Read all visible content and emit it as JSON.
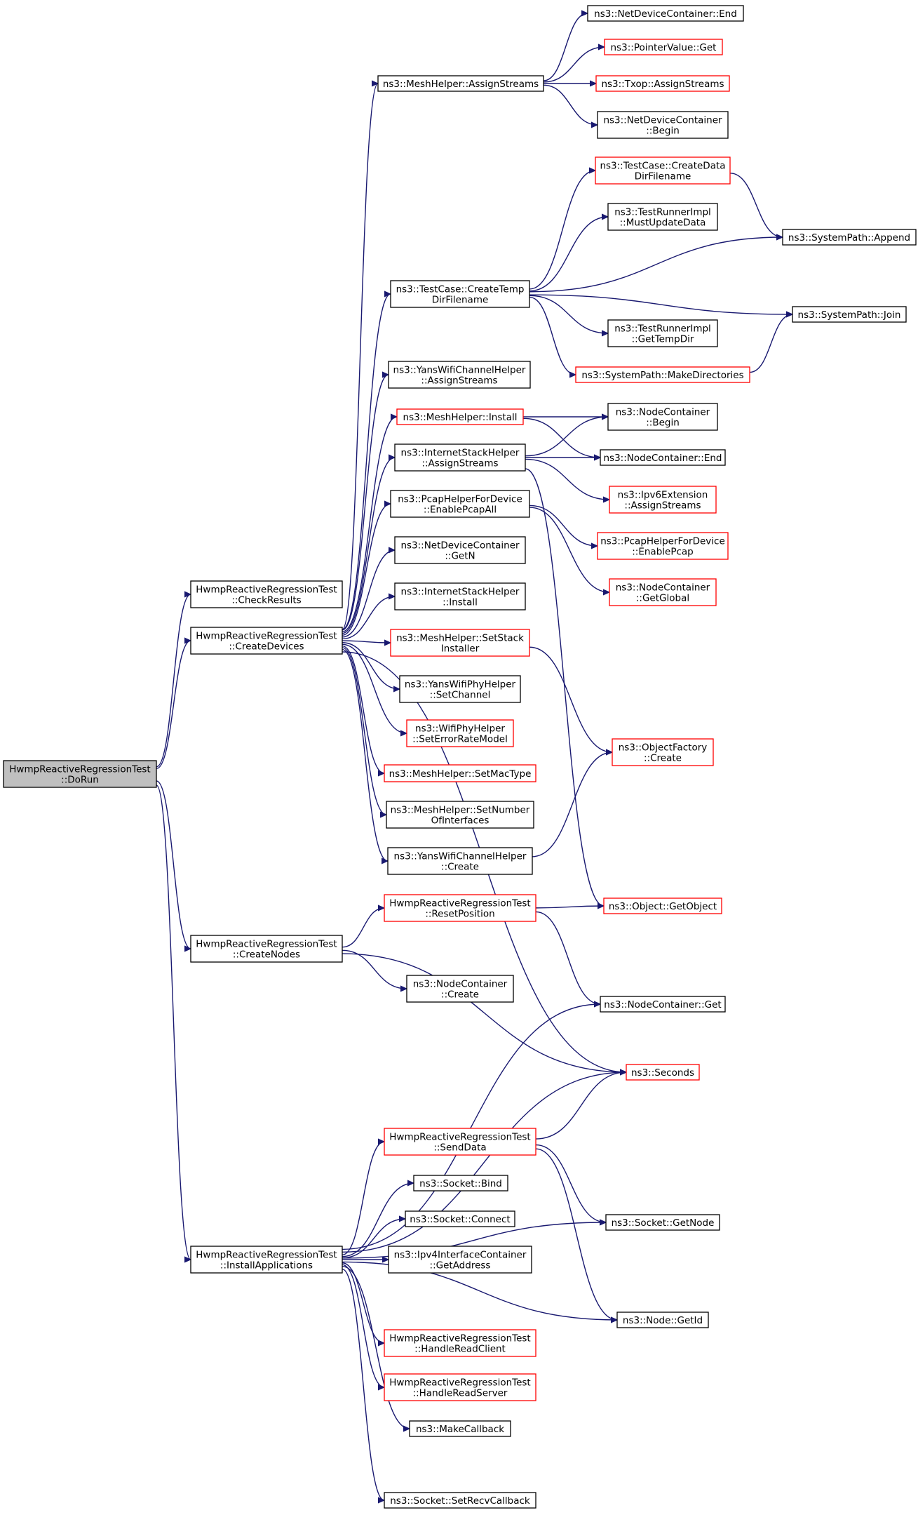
{
  "colors": {
    "edge": "#191970",
    "root_fill": "#bfbfbf",
    "normal_border": "#000000",
    "partial_border": "#ff0000",
    "node_fill": "#ffffff"
  },
  "nodes": {
    "doRun": {
      "lines": [
        "HwmpReactiveRegressionTest",
        "::DoRun"
      ],
      "style": "root"
    },
    "checkResults": {
      "lines": [
        "HwmpReactiveRegressionTest",
        "::CheckResults"
      ],
      "style": "normal"
    },
    "createDevices": {
      "lines": [
        "HwmpReactiveRegressionTest",
        "::CreateDevices"
      ],
      "style": "normal"
    },
    "createNodes": {
      "lines": [
        "HwmpReactiveRegressionTest",
        "::CreateNodes"
      ],
      "style": "normal"
    },
    "installApps": {
      "lines": [
        "HwmpReactiveRegressionTest",
        "::InstallApplications"
      ],
      "style": "normal"
    },
    "meshAssign": {
      "lines": [
        "ns3::MeshHelper::AssignStreams"
      ],
      "style": "normal"
    },
    "createTemp": {
      "lines": [
        "ns3::TestCase::CreateTemp",
        "DirFilename"
      ],
      "style": "normal"
    },
    "yansChanAssign": {
      "lines": [
        "ns3::YansWifiChannelHelper",
        "::AssignStreams"
      ],
      "style": "normal"
    },
    "meshInstall": {
      "lines": [
        "ns3::MeshHelper::Install"
      ],
      "style": "partial"
    },
    "inetAssign": {
      "lines": [
        "ns3::InternetStackHelper",
        "::AssignStreams"
      ],
      "style": "normal"
    },
    "pcapAll": {
      "lines": [
        "ns3::PcapHelperForDevice",
        "::EnablePcapAll"
      ],
      "style": "normal"
    },
    "ndcGetN": {
      "lines": [
        "ns3::NetDeviceContainer",
        "::GetN"
      ],
      "style": "normal"
    },
    "inetInstall": {
      "lines": [
        "ns3::InternetStackHelper",
        "::Install"
      ],
      "style": "normal"
    },
    "setStack": {
      "lines": [
        "ns3::MeshHelper::SetStack",
        "Installer"
      ],
      "style": "partial"
    },
    "setChannel": {
      "lines": [
        "ns3::YansWifiPhyHelper",
        "::SetChannel"
      ],
      "style": "normal"
    },
    "setErr": {
      "lines": [
        "ns3::WifiPhyHelper",
        "::SetErrorRateModel"
      ],
      "style": "partial"
    },
    "setMac": {
      "lines": [
        "ns3::MeshHelper::SetMacType"
      ],
      "style": "partial"
    },
    "setNum": {
      "lines": [
        "ns3::MeshHelper::SetNumber",
        "OfInterfaces"
      ],
      "style": "normal"
    },
    "yansCreate": {
      "lines": [
        "ns3::YansWifiChannelHelper",
        "::Create"
      ],
      "style": "normal"
    },
    "resetPos": {
      "lines": [
        "HwmpReactiveRegressionTest",
        "::ResetPosition"
      ],
      "style": "partial"
    },
    "ncCreate": {
      "lines": [
        "ns3::NodeContainer",
        "::Create"
      ],
      "style": "normal"
    },
    "sendData": {
      "lines": [
        "HwmpReactiveRegressionTest",
        "::SendData"
      ],
      "style": "partial"
    },
    "sockBind": {
      "lines": [
        "ns3::Socket::Bind"
      ],
      "style": "normal"
    },
    "sockConnect": {
      "lines": [
        "ns3::Socket::Connect"
      ],
      "style": "normal"
    },
    "ipv4Addr": {
      "lines": [
        "ns3::Ipv4InterfaceContainer",
        "::GetAddress"
      ],
      "style": "normal"
    },
    "readClient": {
      "lines": [
        "HwmpReactiveRegressionTest",
        "::HandleReadClient"
      ],
      "style": "partial"
    },
    "readServer": {
      "lines": [
        "HwmpReactiveRegressionTest",
        "::HandleReadServer"
      ],
      "style": "partial"
    },
    "makeCb": {
      "lines": [
        "ns3::MakeCallback"
      ],
      "style": "normal"
    },
    "setRecv": {
      "lines": [
        "ns3::Socket::SetRecvCallback"
      ],
      "style": "normal"
    },
    "ndcEnd": {
      "lines": [
        "ns3::NetDeviceContainer::End"
      ],
      "style": "normal"
    },
    "ptrGet": {
      "lines": [
        "ns3::PointerValue::Get"
      ],
      "style": "partial"
    },
    "txop": {
      "lines": [
        "ns3::Txop::AssignStreams"
      ],
      "style": "partial"
    },
    "ndcBegin": {
      "lines": [
        "ns3::NetDeviceContainer",
        "::Begin"
      ],
      "style": "normal"
    },
    "createData": {
      "lines": [
        "ns3::TestCase::CreateData",
        "DirFilename"
      ],
      "style": "partial"
    },
    "mustUpdate": {
      "lines": [
        "ns3::TestRunnerImpl",
        "::MustUpdateData"
      ],
      "style": "normal"
    },
    "getTemp": {
      "lines": [
        "ns3::TestRunnerImpl",
        "::GetTempDir"
      ],
      "style": "normal"
    },
    "makeDirs": {
      "lines": [
        "ns3::SystemPath::MakeDirectories"
      ],
      "style": "partial"
    },
    "ncBegin": {
      "lines": [
        "ns3::NodeContainer",
        "::Begin"
      ],
      "style": "normal"
    },
    "ncEnd": {
      "lines": [
        "ns3::NodeContainer::End"
      ],
      "style": "normal"
    },
    "ipv6Ext": {
      "lines": [
        "ns3::Ipv6Extension",
        "::AssignStreams"
      ],
      "style": "partial"
    },
    "enablePcap": {
      "lines": [
        "ns3::PcapHelperForDevice",
        "::EnablePcap"
      ],
      "style": "partial"
    },
    "ncGlobal": {
      "lines": [
        "ns3::NodeContainer",
        "::GetGlobal"
      ],
      "style": "partial"
    },
    "objFactory": {
      "lines": [
        "ns3::ObjectFactory",
        "::Create"
      ],
      "style": "partial"
    },
    "getObject": {
      "lines": [
        "ns3::Object::GetObject"
      ],
      "style": "partial"
    },
    "ncGet": {
      "lines": [
        "ns3::NodeContainer::Get"
      ],
      "style": "normal"
    },
    "seconds": {
      "lines": [
        "ns3::Seconds"
      ],
      "style": "partial"
    },
    "sockGetNode": {
      "lines": [
        "ns3::Socket::GetNode"
      ],
      "style": "normal"
    },
    "nodeGetId": {
      "lines": [
        "ns3::Node::GetId"
      ],
      "style": "normal"
    },
    "spAppend": {
      "lines": [
        "ns3::SystemPath::Append"
      ],
      "style": "normal"
    },
    "spJoin": {
      "lines": [
        "ns3::SystemPath::Join"
      ],
      "style": "normal"
    }
  }
}
